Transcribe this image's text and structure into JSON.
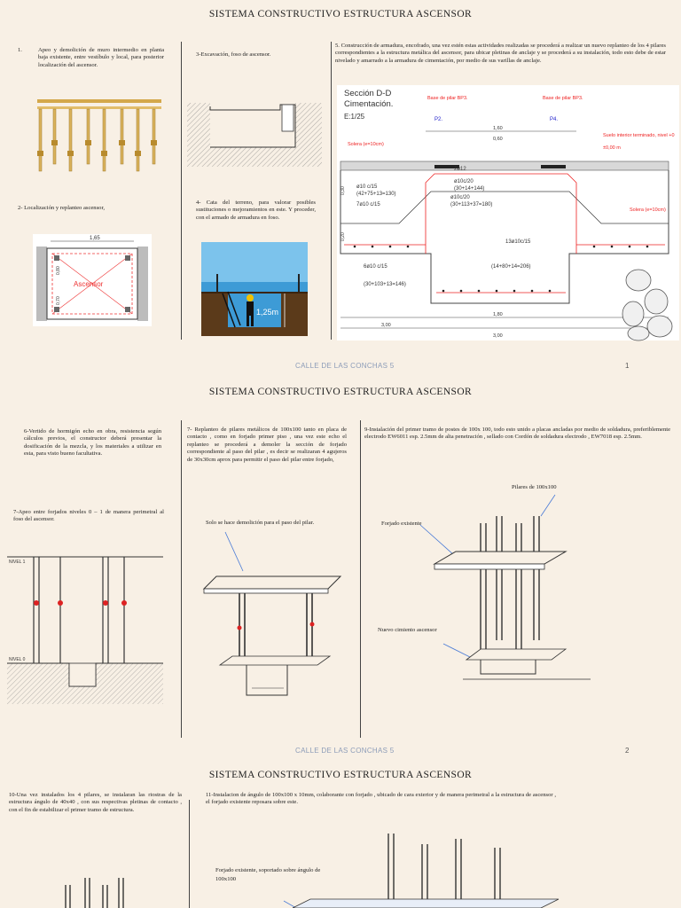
{
  "page1": {
    "title": "SISTEMA CONSTRUCTIVO ESTRUCTURA ASCENSOR",
    "step1_num": "1.",
    "step1_text": "Apeo y demolición de muro intermedio en planta baja existente, entre vestíbulo y local, para posterior localización del ascensor.",
    "step2_text": "2- Localización y replanteo ascensor,",
    "step3_text": "3-Excavación, foso de ascensor.",
    "step4_text": "4- Cata del terreno, para valorar posibles sustituciones o mejoramientos en este. Y proceder, con el armado de armadura en foso.",
    "step5_text": "5. Construcción de armadura, encofrado, una vez estén estas actividades realizadas se procederá a realizar un nuevo replanteo de los 4 pilares correspondientes a la estructura metálica del ascensor, para ubicar pletinas de anclaje y se procederá a su instalación, todo esto debe de estar nivelado y amarrado a la armadura de cimentación, por medio de sus varillas de anclaje.",
    "fig_plan": {
      "dim_top": "1,65",
      "label": "Ascensor",
      "dim_a": "0,80",
      "dim_b": "0,70"
    },
    "fig_depth": {
      "label": "1,25m"
    },
    "fig_section": {
      "title_l1": "Sección D-D",
      "title_l2": "Cimentación.",
      "scale": "E:1/25",
      "base_left": "Base de pilar BP3.",
      "base_right": "Base de pilar BP3.",
      "p2": "P2.",
      "p4": "P4.",
      "solera_left": "Solera (e=10cm)",
      "solera_right": "Solera (e=10cm)",
      "suelo": "Suelo interior terminado, nivel +0",
      "level": "±0,00 m",
      "rebar_l1": "ø10 c/15",
      "rebar_l2": "(42+75+13=130)",
      "rebar_l3": "7ø10 c/15",
      "rebar_l4": "6ø10 c/15",
      "rebar_l5": "(30+103+13=146)",
      "rebar_c1": "2ø12",
      "rebar_c2": "ø10c/20",
      "rebar_c3": "(30+14+144)",
      "rebar_c4": "ø10c/20",
      "rebar_c5": "(30+113+37=180)",
      "rebar_c6": "13ø10c/15",
      "rebar_c7": "(14+80+14=206)",
      "dim_b1": "3,00",
      "dim_b2": "1,80",
      "dim_b3": "3,00",
      "dim_t1": "1,60",
      "dim_t2": "0,60",
      "dim_v1": "0,20",
      "dim_v2": "0,30"
    },
    "footer": "CALLE DE LAS CONCHAS 5",
    "page_num": "1"
  },
  "page2": {
    "title": "SISTEMA CONSTRUCTIVO ESTRUCTURA ASCENSOR",
    "step6_text": "6-Vertido de hormigón echo en obra, resistencia según cálculos previos, el constructor deberá presentar la dosificación de la mezcla, y los materiales a utilizar en esta, para visto bueno facultativa.",
    "step7a_text": "7-Apeo entre forjados niveles 0 – 1 de manera perimetral al foso del ascensor.",
    "step7b_text": "7- Replanteo de pilares metálicos de 100x100 tanto en placa de contacto , como en forjado primer piso , una vez este echo el replanteo se procederá a demoler la sección de forjado correspondiente al paso del pilar , es decir se realizaran 4 agujeros de 30x30cm aprox para permitir el paso del pilar entre forjado,",
    "step9_text": "9-Instalación del primer tramo de postes de 100x 100, todo esto unido a placas ancladas por medio de soldadura, preferiblemente electrodo EW6011 esp. 2.5mm de alta penetración , sellado con Cordón de soldadura electrodo , EW7018 esp. 2.5mm.",
    "fig_nivel1": "NIVEL 1",
    "fig_nivel0": "NIVEL 0",
    "demolition_note": "Solo se hace demolición para el paso del pilar.",
    "pilares_label": "Pilares de 100x100",
    "forjado_label": "Forjado existente",
    "cimiento_label": "Nuevo cimiento ascensor",
    "footer": "CALLE DE LAS CONCHAS 5",
    "page_num": "2"
  },
  "page3": {
    "title": "SISTEMA CONSTRUCTIVO ESTRUCTURA ASCENSOR",
    "step10_text": "10-Una vez instalados los 4 pilares, se instalaran las riostras de la estructura ángulo de 40x40 , con sus respectivas pletinas de contacto , con el fin de estabilizar el primer tramo de estructura.",
    "step11_text": "11-Instalacion de ángulo de 100x100 x 10mm, colaborante con forjado , ubicado de cara exterior y de manera perimetral a la estructura de ascensor , el forjado existente reposara sobre este.",
    "forjado_note_l1": "Forjado existente, soportado sobre ángulo de",
    "forjado_note_l2": "100x100"
  }
}
